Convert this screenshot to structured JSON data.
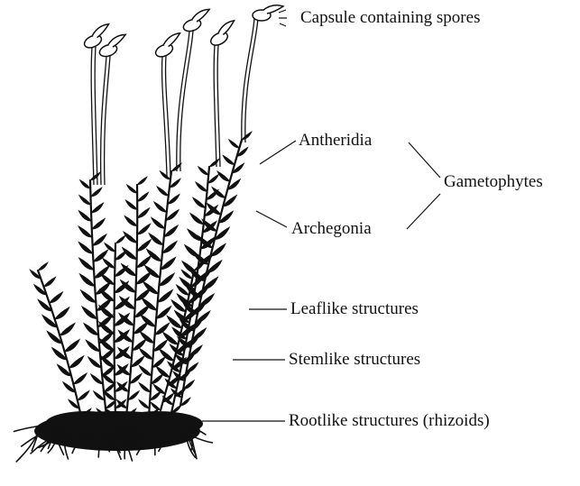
{
  "diagram": {
    "labels": {
      "capsule": "Capsule containing spores",
      "antheridia": "Antheridia",
      "gametophytes": "Gametophytes",
      "archegonia": "Archegonia",
      "leaflike": "Leaflike structures",
      "stemlike": "Stemlike structures",
      "rootlike": "Rootlike structures (rhizoids)"
    },
    "colors": {
      "ink": "#111111",
      "background": "#ffffff"
    }
  }
}
